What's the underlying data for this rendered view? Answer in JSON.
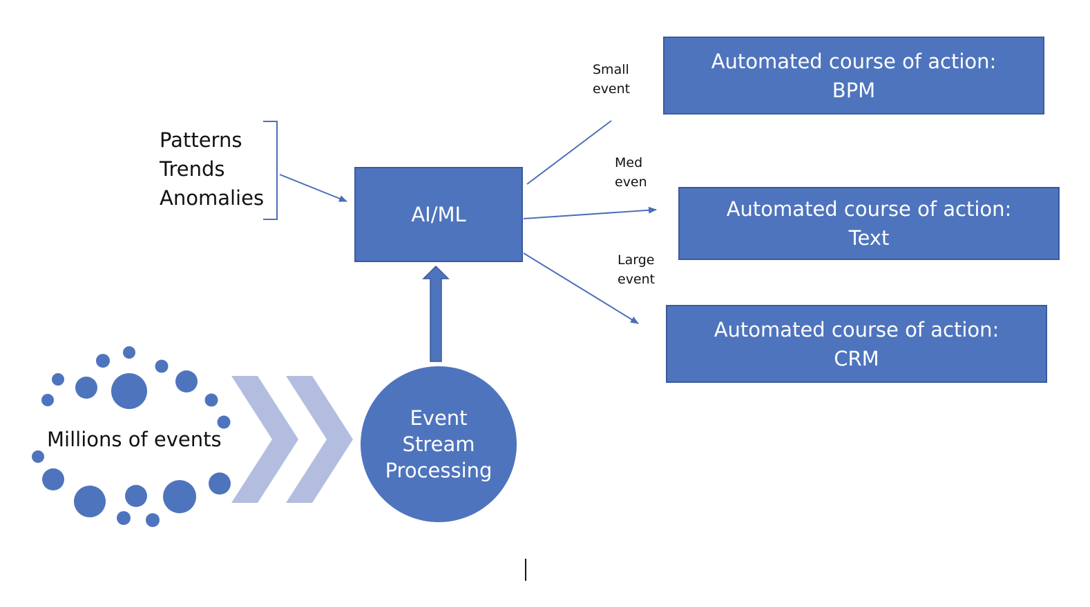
{
  "inputs": {
    "items": [
      "Patterns",
      "Trends",
      "Anomalies"
    ]
  },
  "ai_ml": {
    "label": "AI/ML"
  },
  "events_cloud": {
    "label": "Millions of events"
  },
  "event_stream": {
    "lines": [
      "Event",
      "Stream",
      "Processing"
    ]
  },
  "edges": {
    "small": [
      "Small",
      "event"
    ],
    "med": [
      "Med",
      "even"
    ],
    "large": [
      "Large",
      "event"
    ]
  },
  "actions": [
    {
      "title": "Automated course of action:",
      "target": "BPM"
    },
    {
      "title": "Automated course of action:",
      "target": "Text"
    },
    {
      "title": "Automated course of action:",
      "target": "CRM"
    }
  ],
  "colors": {
    "node_fill": "#4e74bd",
    "chevron": "#b3bddf",
    "line": "#4a6fb8"
  }
}
